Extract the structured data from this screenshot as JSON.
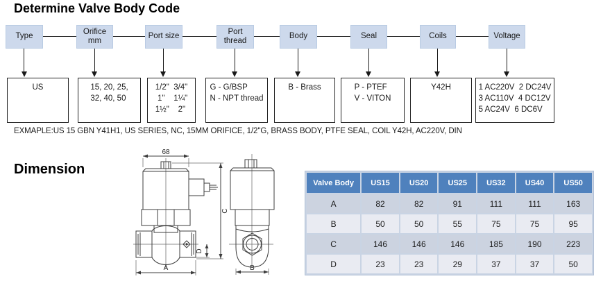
{
  "title": "Determine Valve Body Code",
  "flow": {
    "steps": [
      {
        "label": "Type",
        "detail": "US"
      },
      {
        "label": "Orifice\nmm",
        "detail": "15, 20, 25,\n32, 40, 50"
      },
      {
        "label": "Port size",
        "detail": "1/2\"  3/4\"\n 1\"    1¼\"\n1½\"    2\""
      },
      {
        "label": "Port\nthread",
        "detail": "G - G/BSP\nN - NPT thread"
      },
      {
        "label": "Body",
        "detail": "B - Brass"
      },
      {
        "label": "Seal",
        "detail": "P - PTEF\nV - VITON"
      },
      {
        "label": "Coils",
        "detail": "Y42H"
      },
      {
        "label": "Voltage",
        "detail": "1 AC220V  2 DC24V\n3 AC110V  4 DC12V\n5 AC24V  6 DC6V"
      }
    ]
  },
  "example_text": "EXMAPLE:US 15 GBN Y41H1, US SERIES, NC, 15MM ORIFICE, 1/2\"G, BRASS BODY, PTFE SEAL, COIL Y42H, AC220V, DIN",
  "dimension": {
    "heading": "Dimension",
    "front_view": {
      "width_label": "68",
      "height_label": "C",
      "port_label": "D",
      "body_width_label": "A"
    },
    "side_view": {
      "width_label": "B"
    }
  },
  "table": {
    "headers": [
      "Valve Body",
      "US15",
      "US20",
      "US25",
      "US32",
      "US40",
      "US50"
    ],
    "rows": [
      {
        "label": "A",
        "values": [
          "82",
          "82",
          "91",
          "111",
          "111",
          "163"
        ]
      },
      {
        "label": "B",
        "values": [
          "50",
          "50",
          "55",
          "75",
          "75",
          "95"
        ]
      },
      {
        "label": "C",
        "values": [
          "146",
          "146",
          "146",
          "185",
          "190",
          "223"
        ]
      },
      {
        "label": "D",
        "values": [
          "23",
          "23",
          "29",
          "37",
          "37",
          "50"
        ]
      }
    ]
  },
  "colors": {
    "flow_box_bg": "#cdd9ec",
    "table_header_bg": "#4f81bd",
    "table_row_dark": "#ccd3e0",
    "table_row_light": "#e9ebf2"
  }
}
